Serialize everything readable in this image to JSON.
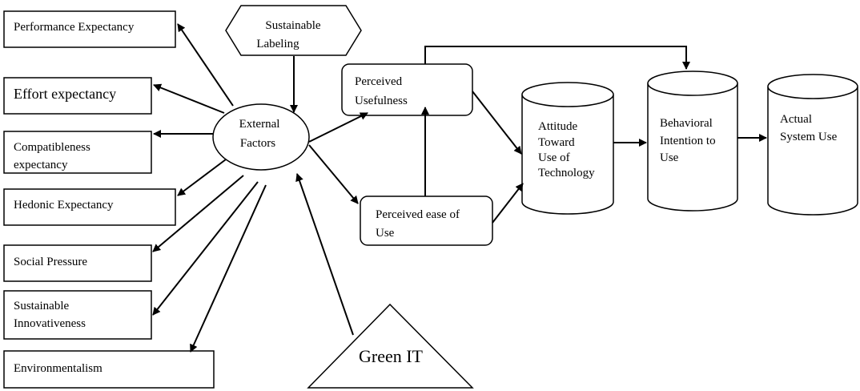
{
  "external_factors": {
    "performance": "Performance Expectancy",
    "effort": "Effort expectancy",
    "compat": [
      "Compatibleness",
      "expectancy"
    ],
    "hedonic": "Hedonic Expectancy",
    "social": "Social Pressure",
    "innov": [
      "Sustainable",
      "Innovativeness"
    ],
    "environment": "Environmentalism"
  },
  "hub": [
    "External",
    "Factors"
  ],
  "labeling": [
    "Sustainable",
    "Labeling"
  ],
  "green_it": "Green IT",
  "perceived_usefulness": [
    "Perceived",
    "Usefulness"
  ],
  "perceived_ease": [
    "Perceived ease of",
    "Use"
  ],
  "attitude": [
    "Attitude",
    "Toward",
    "Use of",
    "Technology"
  ],
  "intention": [
    "Behavioral",
    "Intention to",
    "Use"
  ],
  "actual_use": [
    "Actual",
    "System Use"
  ]
}
